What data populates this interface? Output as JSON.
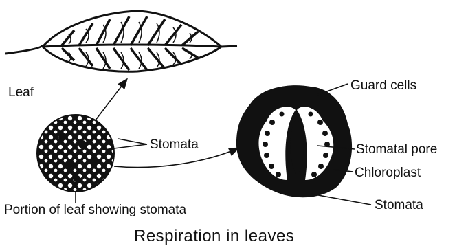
{
  "labels": {
    "leaf": "Leaf",
    "stomata_left": "Stomata",
    "guard_cells": "Guard cells",
    "stomatal_pore": "Stomatal pore",
    "chloroplast": "Chloroplast",
    "stomata_right": "Stomata",
    "portion": "Portion of leaf showing stomata"
  },
  "caption": "Respiration in leaves"
}
